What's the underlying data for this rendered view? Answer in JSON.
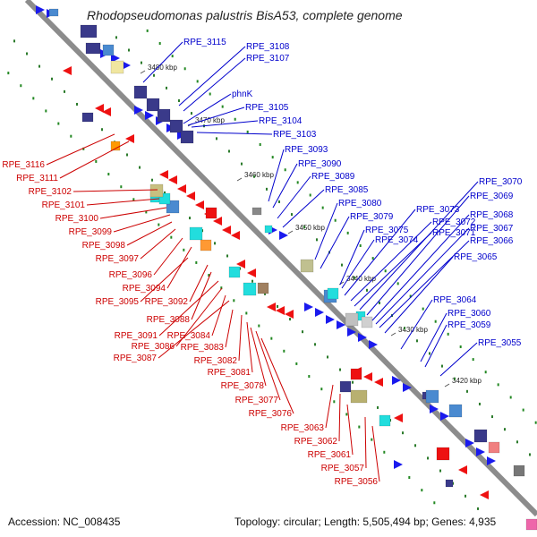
{
  "title": "Rhodopseudomonas palustris BisA53, complete genome",
  "footer": {
    "accession": "Accession: NC_008435",
    "topology": "Topology: circular; Length: 5,505,494 bp; Genes: 4,935"
  },
  "kbp_marks": [
    "3480 kbp",
    "3470 kbp",
    "3460 kbp",
    "3450 kbp",
    "3440 kbp",
    "3430 kbp",
    "3420 kbp"
  ],
  "blue_labels": [
    "RPE_3115",
    "RPE_3108",
    "RPE_3107",
    "phnK",
    "RPE_3105",
    "RPE_3104",
    "RPE_3103",
    "RPE_3093",
    "RPE_3090",
    "RPE_3089",
    "RPE_3085",
    "RPE_3080",
    "RPE_3079",
    "RPE_3075",
    "RPE_3074",
    "RPE_3073",
    "RPE_3072",
    "RPE_3071",
    "RPE_3070",
    "RPE_3069",
    "RPE_3068",
    "RPE_3067",
    "RPE_3066",
    "RPE_3065",
    "RPE_3064",
    "RPE_3060",
    "RPE_3059",
    "RPE_3055"
  ],
  "red_labels": [
    "RPE_3116",
    "RPE_3111",
    "RPE_3102",
    "RPE_3101",
    "RPE_3100",
    "RPE_3099",
    "RPE_3098",
    "RPE_3097",
    "RPE_3096",
    "RPE_3094",
    "RPE_3095",
    "RPE_3092",
    "RPE_3088",
    "RPE_3091",
    "RPE_3086",
    "RPE_3084",
    "RPE_3087",
    "RPE_3083",
    "RPE_3082",
    "RPE_3081",
    "RPE_3078",
    "RPE_3077",
    "RPE_3076",
    "RPE_3063",
    "RPE_3062",
    "RPE_3061",
    "RPE_3057",
    "RPE_3056"
  ],
  "colors": {
    "backbone": "#8c8c8c",
    "forward_label": "#0000cc",
    "reverse_label": "#cc0000",
    "forward_gene": "#1a1aee",
    "reverse_gene": "#ee1111",
    "tick": "#228822"
  }
}
